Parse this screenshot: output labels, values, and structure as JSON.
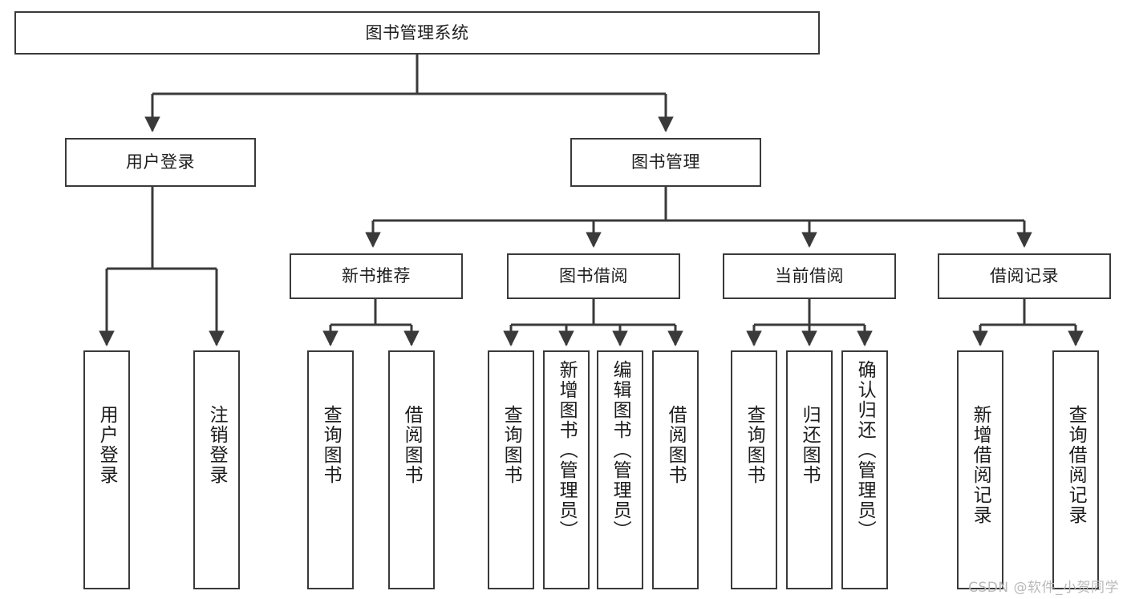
{
  "diagram": {
    "title": "图书管理系统",
    "type": "tree-hierarchy-chart",
    "colors": {
      "background": "#ffffff",
      "node_fill": "#ffffff",
      "node_stroke": "#3a3a3a",
      "connector": "#3a3a3a",
      "text": "#1d1d1d",
      "watermark": "#b9b9b9"
    },
    "root": {
      "label": "图书管理系统",
      "orientation": "horizontal"
    },
    "level2": [
      {
        "label": "用户登录",
        "orientation": "horizontal"
      },
      {
        "label": "图书管理",
        "orientation": "horizontal"
      }
    ],
    "level3": [
      {
        "label": "新书推荐",
        "orientation": "horizontal",
        "parent": "图书管理"
      },
      {
        "label": "图书借阅",
        "orientation": "horizontal",
        "parent": "图书管理"
      },
      {
        "label": "当前借阅",
        "orientation": "horizontal",
        "parent": "图书管理"
      },
      {
        "label": "借阅记录",
        "orientation": "horizontal",
        "parent": "图书管理"
      }
    ],
    "leaves": [
      {
        "label": "用户登录",
        "orientation": "vertical",
        "parent": "用户登录"
      },
      {
        "label": "注销登录",
        "orientation": "vertical",
        "parent": "用户登录"
      },
      {
        "label": "查询图书",
        "orientation": "vertical",
        "parent": "新书推荐"
      },
      {
        "label": "借阅图书",
        "orientation": "vertical",
        "parent": "新书推荐"
      },
      {
        "label": "查询图书",
        "orientation": "vertical",
        "parent": "图书借阅"
      },
      {
        "label": "新增图书（管理员）",
        "orientation": "vertical",
        "parent": "图书借阅"
      },
      {
        "label": "编辑图书（管理员）",
        "orientation": "vertical",
        "parent": "图书借阅"
      },
      {
        "label": "借阅图书",
        "orientation": "vertical",
        "parent": "图书借阅"
      },
      {
        "label": "查询图书",
        "orientation": "vertical",
        "parent": "当前借阅"
      },
      {
        "label": "归还图书",
        "orientation": "vertical",
        "parent": "当前借阅"
      },
      {
        "label": "确认归还（管理员）",
        "orientation": "vertical",
        "parent": "当前借阅"
      },
      {
        "label": "新增借阅记录",
        "orientation": "vertical",
        "parent": "借阅记录"
      },
      {
        "label": "查询借阅记录",
        "orientation": "vertical",
        "parent": "借阅记录"
      }
    ],
    "watermark": "CSDN @软件_小贺同学"
  }
}
